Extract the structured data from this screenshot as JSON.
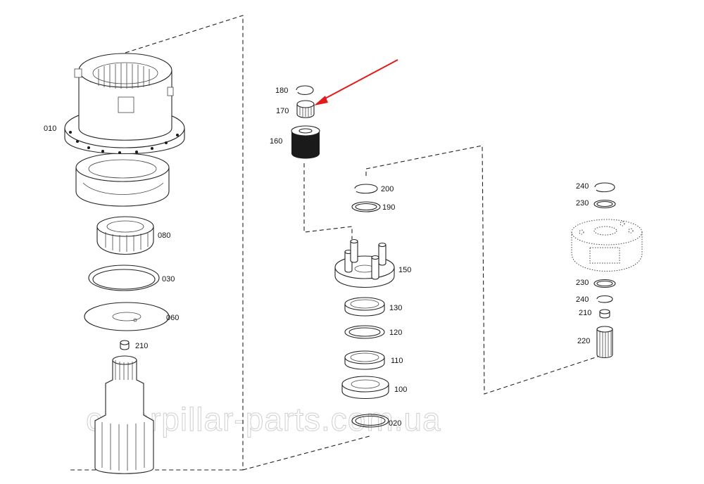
{
  "watermark": "caterpillar-parts.com.ua",
  "arrow_color": "#e11b1b",
  "parts": [
    {
      "id": "010",
      "label": "010"
    },
    {
      "id": "080",
      "label": "080"
    },
    {
      "id": "030",
      "label": "030"
    },
    {
      "id": "060",
      "label": "060"
    },
    {
      "id": "210a",
      "label": "210"
    },
    {
      "id": "180",
      "label": "180"
    },
    {
      "id": "170",
      "label": "170"
    },
    {
      "id": "160",
      "label": "160"
    },
    {
      "id": "200",
      "label": "200"
    },
    {
      "id": "190",
      "label": "190"
    },
    {
      "id": "150",
      "label": "150"
    },
    {
      "id": "130",
      "label": "130"
    },
    {
      "id": "120",
      "label": "120"
    },
    {
      "id": "110",
      "label": "110"
    },
    {
      "id": "100",
      "label": "100"
    },
    {
      "id": "020",
      "label": "020"
    },
    {
      "id": "240a",
      "label": "240"
    },
    {
      "id": "230a",
      "label": "230"
    },
    {
      "id": "230b",
      "label": "230"
    },
    {
      "id": "240b",
      "label": "240"
    },
    {
      "id": "210b",
      "label": "210"
    },
    {
      "id": "220",
      "label": "220"
    }
  ]
}
